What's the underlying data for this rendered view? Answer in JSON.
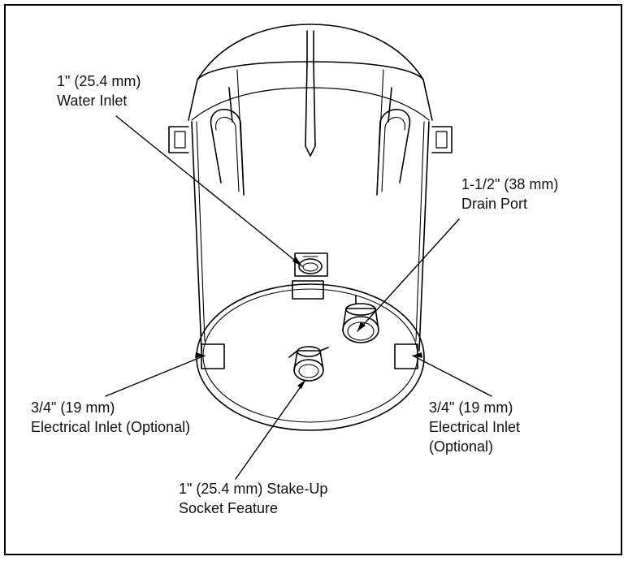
{
  "callouts": {
    "water_inlet": {
      "line1": "1\" (25.4 mm)",
      "line2": "Water Inlet"
    },
    "drain_port": {
      "line1": "1-1/2\" (38 mm)",
      "line2": "Drain Port"
    },
    "elec_left": {
      "line1": "3/4\" (19 mm)",
      "line2": "Electrical Inlet (Optional)"
    },
    "elec_right": {
      "line1": "3/4\" (19 mm)",
      "line2": "Electrical Inlet",
      "line3": "(Optional)"
    },
    "stake_socket": {
      "line1": "1\" (25.4 mm) Stake-Up",
      "line2": "Socket Feature"
    }
  },
  "colors": {
    "line": "#000000",
    "background": "#ffffff"
  }
}
